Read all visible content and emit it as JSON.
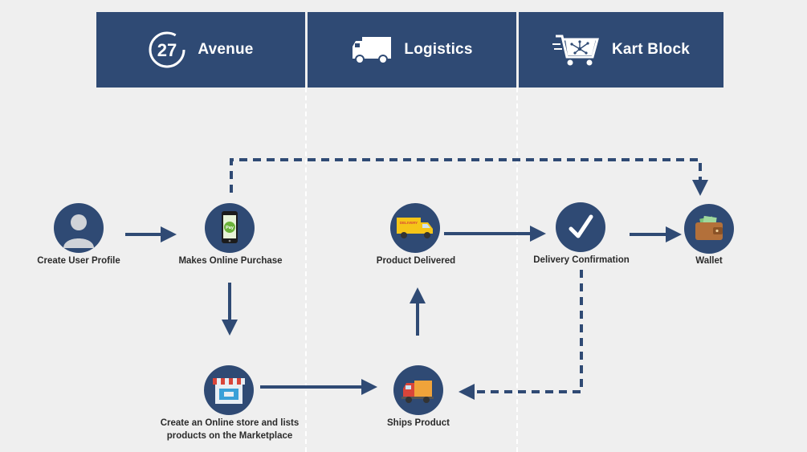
{
  "colors": {
    "navy": "#2f4a74",
    "background": "#efefef",
    "label": "#2b2b2b"
  },
  "lanes": [
    {
      "id": "avenue",
      "label": "Avenue",
      "icon": "27-logo-icon"
    },
    {
      "id": "logistics",
      "label": "Logistics",
      "icon": "truck-icon"
    },
    {
      "id": "kartblock",
      "label": "Kart Block",
      "icon": "cart-network-icon"
    }
  ],
  "logo_text": "27",
  "nodes": {
    "create_profile": {
      "label": "Create User Profile",
      "icon": "user-icon"
    },
    "online_purchase": {
      "label": "Makes Online Purchase",
      "icon": "phone-pay-icon",
      "icon_text": "Pay"
    },
    "online_store": {
      "label_line1": "Create an Online store and lists",
      "label_line2": "products on the Marketplace",
      "icon": "storefront-icon"
    },
    "ships_product": {
      "label": "Ships Product",
      "icon": "delivery-truck-icon"
    },
    "product_delivered": {
      "label": "Product Delivered",
      "icon": "delivery-van-icon",
      "icon_text": "DELIVERY"
    },
    "delivery_confirmation": {
      "label": "Delivery Confirmation",
      "icon": "checkmark-icon"
    },
    "wallet": {
      "label": "Wallet",
      "icon": "wallet-icon"
    }
  }
}
